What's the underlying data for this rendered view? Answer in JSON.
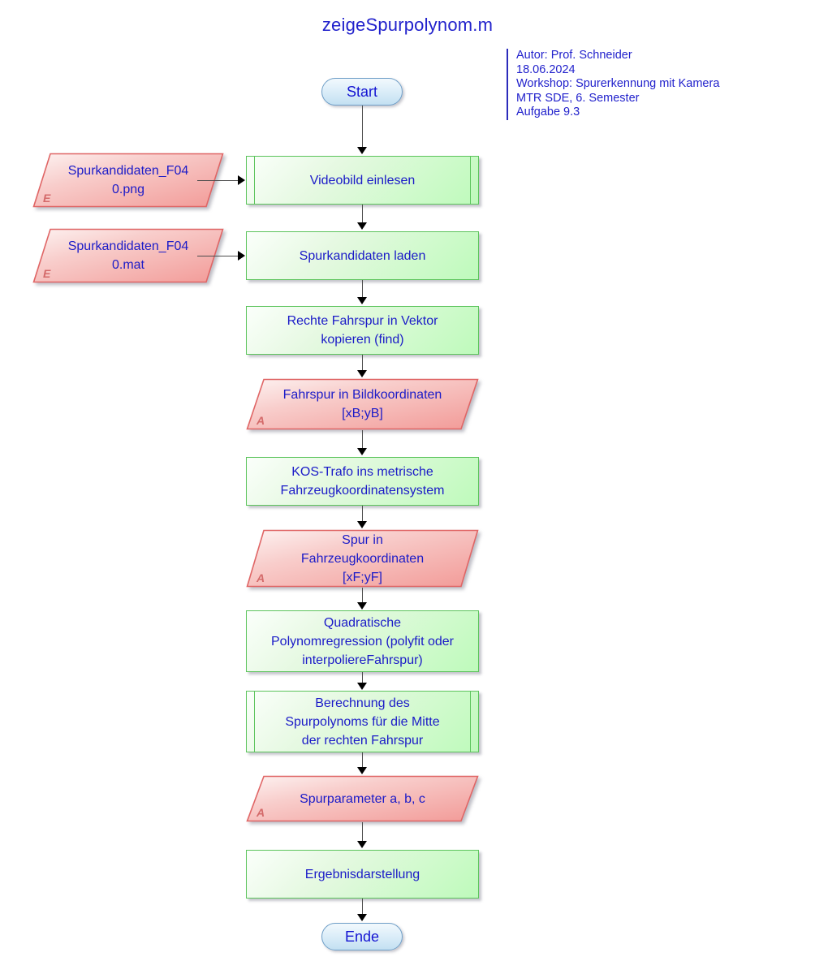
{
  "diagram": {
    "title": "zeigeSpurpolynom.m",
    "note": {
      "lines": [
        "Autor: Prof. Schneider",
        "18.06.2024",
        "Workshop: Spurerkennung mit Kamera",
        "MTR SDE, 6. Semester",
        "Aufgabe 9.3"
      ]
    },
    "colors": {
      "text_blue": "#1b1bc8",
      "title_blue": "#2222cc",
      "process_border_green": "#5cc45c",
      "process_fill_green": "#befabb",
      "data_border_red": "#e06666",
      "data_fill_red": "#f4aaa8",
      "terminator_border_blue": "#6f9fc8",
      "terminator_fill_blue": "#c3e0f2",
      "connector_gray": "#4c4c4c",
      "corner_mark_red": "#d46a6a"
    },
    "nodes": {
      "start": {
        "label": "Start",
        "type": "terminator"
      },
      "input_png": {
        "label": "Spurkandidaten_F040.png",
        "type": "data-input",
        "marker": "E"
      },
      "videobild_einlesen": {
        "label": "Videobild einlesen",
        "type": "predefined-process"
      },
      "input_mat": {
        "label": "Spurkandidaten_F040.mat",
        "type": "data-input",
        "marker": "E"
      },
      "spurkandidaten_laden": {
        "label": "Spurkandidaten laden",
        "type": "process"
      },
      "rechte_fahrspur": {
        "label": "Rechte Fahrspur in Vektor kopieren (find)",
        "type": "process"
      },
      "fahrspur_bildkoord": {
        "label": "Fahrspur in Bildkoordinaten [xB;yB]",
        "type": "data-output",
        "marker": "A"
      },
      "kos_trafo": {
        "label": "KOS-Trafo ins metrische Fahrzeugkoordinatensystem",
        "type": "process"
      },
      "spur_fahrzeugkoord": {
        "label": "Spur in Fahrzeugkoordinaten [xF;yF]",
        "type": "data-output",
        "marker": "A"
      },
      "polynomregression": {
        "label": "Quadratische Polynomregression (polyfit oder interpoliereFahrspur)",
        "type": "process"
      },
      "berechnung_spurpolynom": {
        "label": "Berechnung des Spurpolynoms für die Mitte der rechten Fahrspur",
        "type": "predefined-process"
      },
      "spurparameter": {
        "label": "Spurparameter a, b, c",
        "type": "data-output",
        "marker": "A"
      },
      "ergebnisdarstellung": {
        "label": "Ergebnisdarstellung",
        "type": "process"
      },
      "ende": {
        "label": "Ende",
        "type": "terminator"
      }
    },
    "node_lines": {
      "input_png": [
        "Spurkandidaten_F04",
        "0.png"
      ],
      "input_mat": [
        "Spurkandidaten_F04",
        "0.mat"
      ],
      "rechte_fahrspur": [
        "Rechte Fahrspur in Vektor",
        "kopieren (find)"
      ],
      "fahrspur_bildkoord": [
        "Fahrspur in Bildkoordinaten",
        "[xB;yB]"
      ],
      "kos_trafo": [
        "KOS-Trafo ins metrische",
        "Fahrzeugkoordinatensystem"
      ],
      "spur_fahrzeugkoord": [
        "Spur in",
        "Fahrzeugkoordinaten",
        "[xF;yF]"
      ],
      "polynomregression": [
        "Quadratische",
        "Polynomregression (polyfit oder",
        "interpoliereFahrspur)"
      ],
      "berechnung_spurpolynom": [
        "Berechnung des",
        "Spurpolynoms für die Mitte",
        "der rechten Fahrspur"
      ]
    }
  }
}
